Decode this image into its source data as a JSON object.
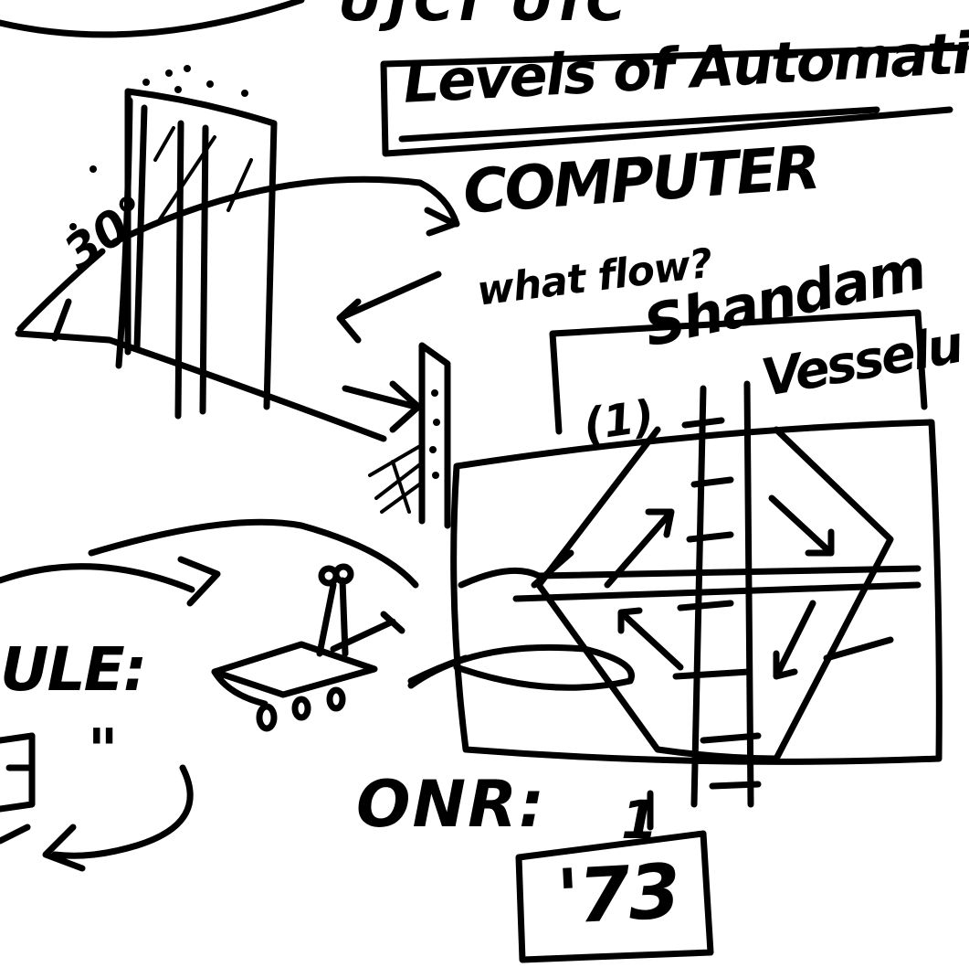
{
  "sketch": {
    "heading_fragment": "UJCI UIC",
    "title_box": "Levels of Automation",
    "computer_label": "COMPUTER",
    "question": "what flow?",
    "ship_name": "Shandam",
    "ship_label_2": "Vesselu",
    "ship_number": "(1)",
    "angle_label": "30°",
    "vehicle_label": "ULE:",
    "ditto_mark": "\"",
    "onr_label": "ONR:",
    "year_marker": "1",
    "year_box": "'73"
  }
}
